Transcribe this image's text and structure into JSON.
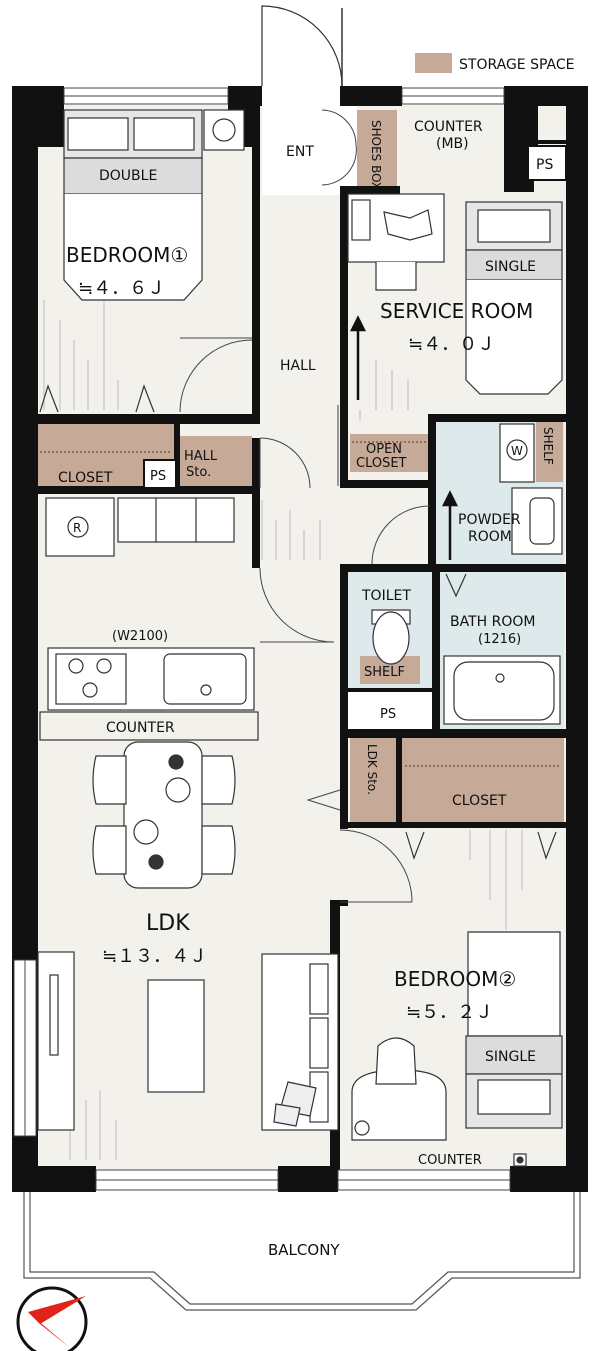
{
  "legend": {
    "label": "STORAGE SPACE",
    "color": "#c6a996"
  },
  "colors": {
    "wall": "#111111",
    "floor": "#f3f1ec",
    "wet": "#dde9eb",
    "storage": "#c6a996",
    "furniture_fill": "#ffffff",
    "furniture_line": "#333333",
    "compass_red": "#e2231a"
  },
  "rooms": {
    "entrance": "ENT",
    "shoes_box": "SHOES BOX",
    "counter_mb": "COUNTER",
    "counter_mb_sub": "(MB)",
    "ps_top": "PS",
    "bedroom1": "BEDROOM①",
    "bedroom1_size": "≒４．６Ｊ",
    "double_bed": "DOUBLE",
    "hall": "HALL",
    "service_room": "SERVICE ROOM",
    "service_room_size": "≒４．０Ｊ",
    "single_bed_1": "SINGLE",
    "closet1": "CLOSET",
    "ps_closet": "PS",
    "hall_storage": "HALL",
    "hall_storage_sub": "Sto.",
    "open_closet": "OPEN",
    "open_closet_sub": "CLOSET",
    "powder_room": "POWDER",
    "powder_room_sub": "ROOM",
    "washer_mark": "W",
    "shelf_powder": "SHELF",
    "fridge_mark": "R",
    "kitchen_width": "(W2100)",
    "kitchen_counter": "COUNTER",
    "toilet": "TOILET",
    "toilet_shelf": "SHELF",
    "bath_room": "BATH ROOM",
    "bath_room_sub": "(1216)",
    "ps_bath": "PS",
    "ldk_storage": "LDK Sto.",
    "closet2": "CLOSET",
    "ldk": "LDK",
    "ldk_size": "≒１３．４Ｊ",
    "bedroom2": "BEDROOM②",
    "bedroom2_size": "≒５．２Ｊ",
    "single_bed_2": "SINGLE",
    "counter_bottom": "COUNTER",
    "balcony": "BALCONY"
  }
}
